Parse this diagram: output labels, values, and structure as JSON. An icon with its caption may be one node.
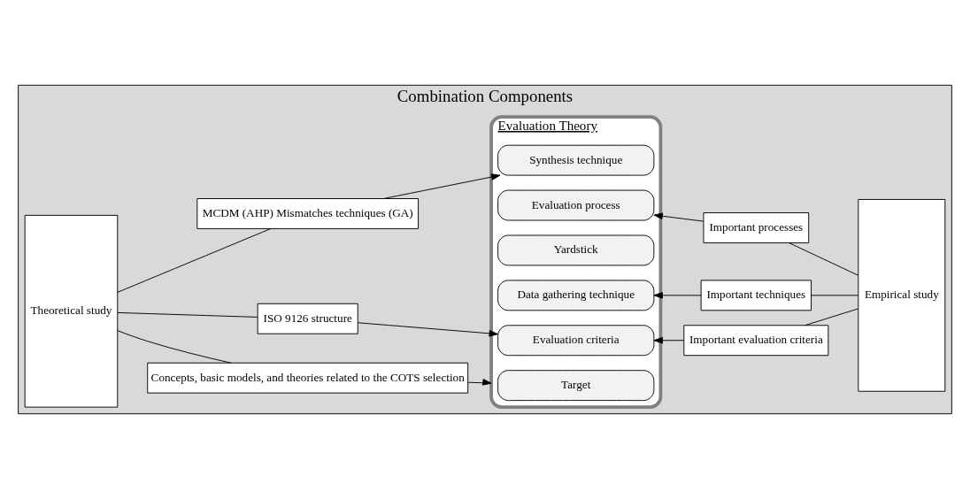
{
  "diagram": {
    "nodes": [
      {
        "text": [
          "Combination Components"
        ]
      },
      {
        "text": [
          "Theoretical study"
        ],
        "in": 0
      },
      {
        "text": [
          "Concepts, basic models, and theories related to the COTS selection"
        ],
        "in": 0
      },
      {
        "text": [
          "ISO 9126 structure"
        ],
        "in": 0
      },
      {
        "text": [
          "MCDM (AHP) Mismatches techniques (GA)"
        ],
        "in": 0
      },
      {
        "text": [
          "Evaluation Theory"
        ],
        "in": 0
      },
      {
        "text": [
          "Target"
        ],
        "in": 5
      },
      {
        "text": [
          "Evaluation criteria"
        ],
        "in": 5
      },
      {
        "text": [
          "Yardstick"
        ],
        "in": 5
      },
      {
        "text": [
          "Data gathering technique"
        ],
        "in": 5
      },
      {
        "text": [
          "Synthesis technique"
        ],
        "in": 5
      },
      {
        "text": [
          "Evaluation process"
        ],
        "in": 5
      },
      {
        "text": [
          "Empirical study"
        ],
        "in": 0
      },
      {
        "text": [
          "Important evaluation criteria"
        ],
        "in": 0
      },
      {
        "text": [
          "Important techniques"
        ],
        "in": 0
      },
      {
        "text": [
          "Important processes"
        ],
        "in": 0
      }
    ],
    "edges": [
      {
        "from": 1,
        "to": 2,
        "arrow": "none"
      },
      {
        "from": 1,
        "to": 3,
        "arrow": "none"
      },
      {
        "from": 1,
        "to": 4,
        "arrow": "none"
      },
      {
        "from": 2,
        "to": 5,
        "arrow": "to"
      },
      {
        "from": 3,
        "to": 7,
        "arrow": "to"
      },
      {
        "from": 4,
        "to": 10,
        "arrow": "to"
      },
      {
        "from": 13,
        "to": 7,
        "arrow": "to"
      },
      {
        "from": 14,
        "to": 9,
        "arrow": "to"
      },
      {
        "from": 15,
        "to": 11,
        "arrow": "to"
      },
      {
        "from": 12,
        "to": 13,
        "arrow": "none"
      },
      {
        "from": 12,
        "to": 14,
        "arrow": "none"
      },
      {
        "from": 12,
        "to": 15,
        "arrow": "none"
      }
    ]
  }
}
